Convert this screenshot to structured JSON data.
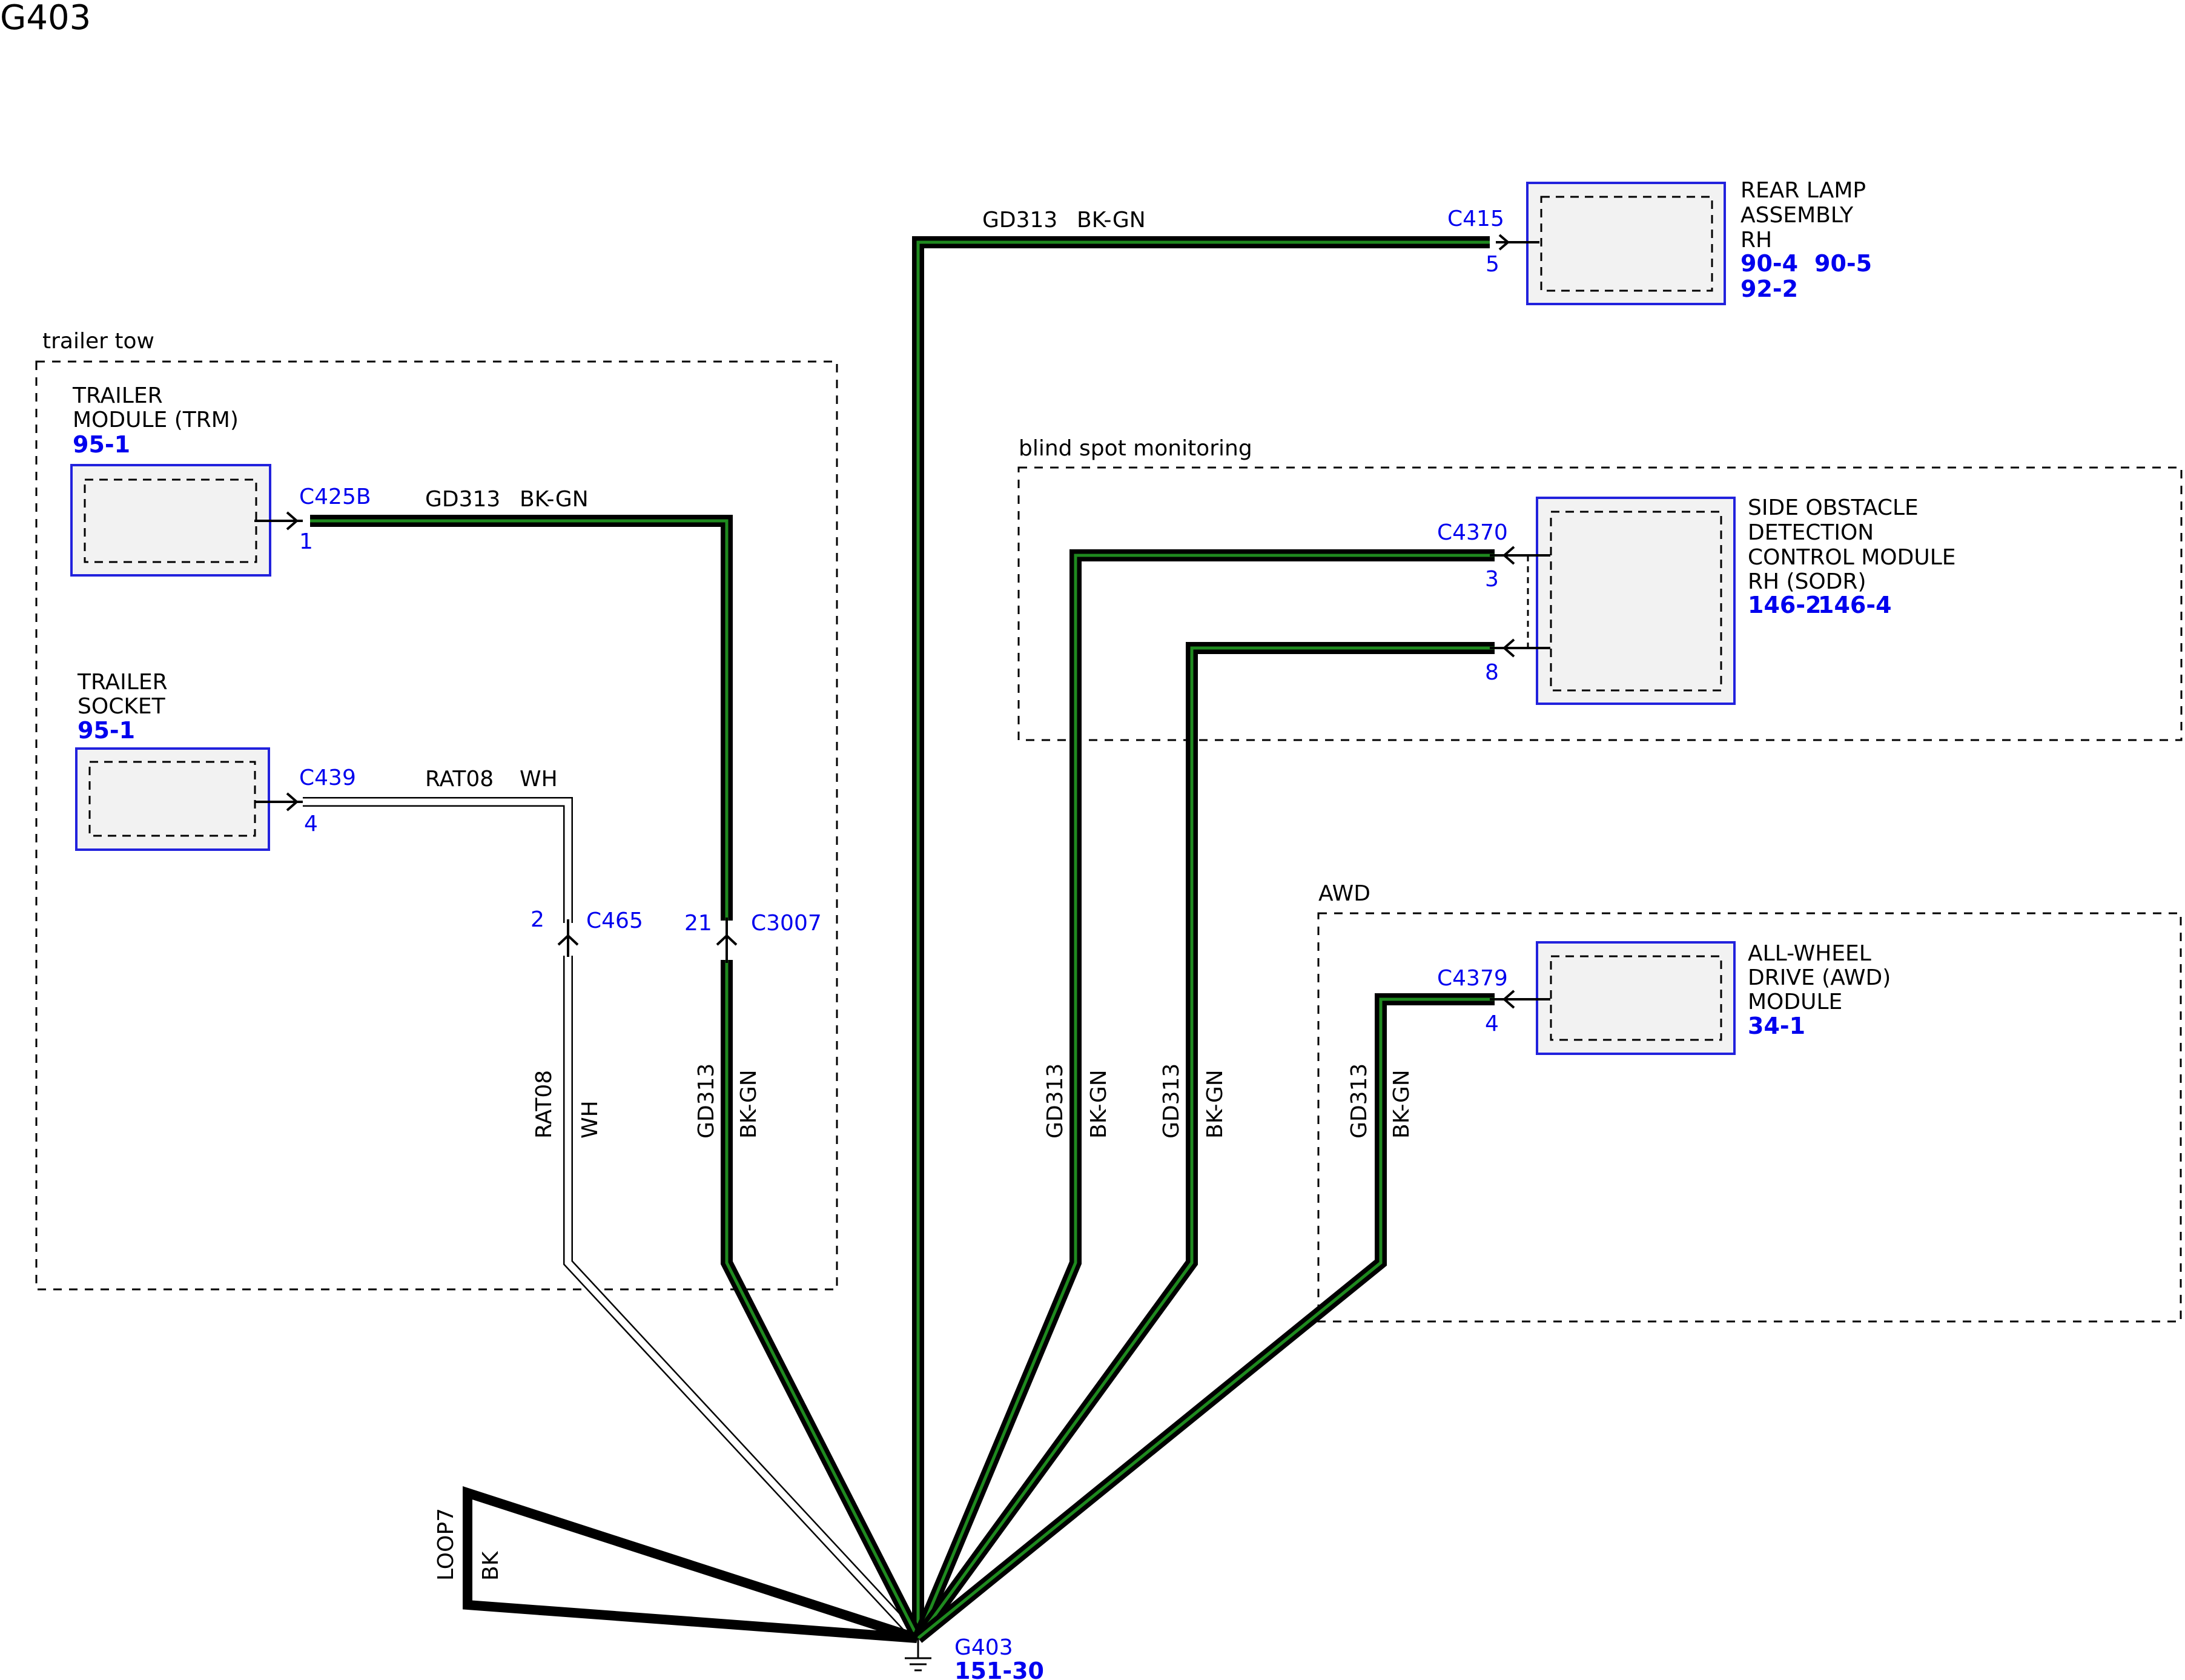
{
  "title": "G403",
  "groups": {
    "trailer_tow": "trailer tow",
    "blind_spot": "blind spot monitoring",
    "awd": "AWD"
  },
  "modules": {
    "rear_lamp": {
      "name_lines": [
        "REAR LAMP",
        "ASSEMBLY",
        "RH"
      ],
      "refs_line1": [
        "90-4",
        "90-5"
      ],
      "refs_line2": "92-2"
    },
    "trm": {
      "name_lines": [
        "TRAILER",
        "MODULE (TRM)"
      ],
      "ref": "95-1"
    },
    "trailer_socket": {
      "name_lines": [
        "TRAILER",
        "SOCKET"
      ],
      "ref": "95-1"
    },
    "sodr": {
      "name_lines": [
        "SIDE OBSTACLE",
        "DETECTION",
        "CONTROL MODULE",
        "RH (SODR)"
      ],
      "refs": [
        "146-2",
        "146-4"
      ]
    },
    "awd": {
      "name_lines": [
        "ALL-WHEEL",
        "DRIVE (AWD)",
        "MODULE"
      ],
      "ref": "34-1"
    }
  },
  "connectors": {
    "c415": {
      "id": "C415",
      "pin": "5"
    },
    "c425b": {
      "id": "C425B",
      "pin": "1"
    },
    "c439": {
      "id": "C439",
      "pin": "4"
    },
    "c465": {
      "id": "C465",
      "pin": "2"
    },
    "c3007": {
      "id": "C3007",
      "pin": "21"
    },
    "c4370": {
      "id": "C4370",
      "pin_a": "3",
      "pin_b": "8"
    },
    "c4379": {
      "id": "C4379",
      "pin": "4"
    }
  },
  "wires": {
    "gd313": {
      "circuit": "GD313",
      "color": "BK-GN"
    },
    "rat08": {
      "circuit": "RAT08",
      "color": "WH"
    },
    "loop7": {
      "circuit": "LOOP7",
      "color": "BK"
    }
  },
  "ground": {
    "id": "G403",
    "ref": "151-30"
  },
  "colors": {
    "wire_green": "#1f8a1f",
    "connector_blue": "#0000ee",
    "module_border": "#2222dd",
    "module_fill": "#f2f2f2"
  }
}
